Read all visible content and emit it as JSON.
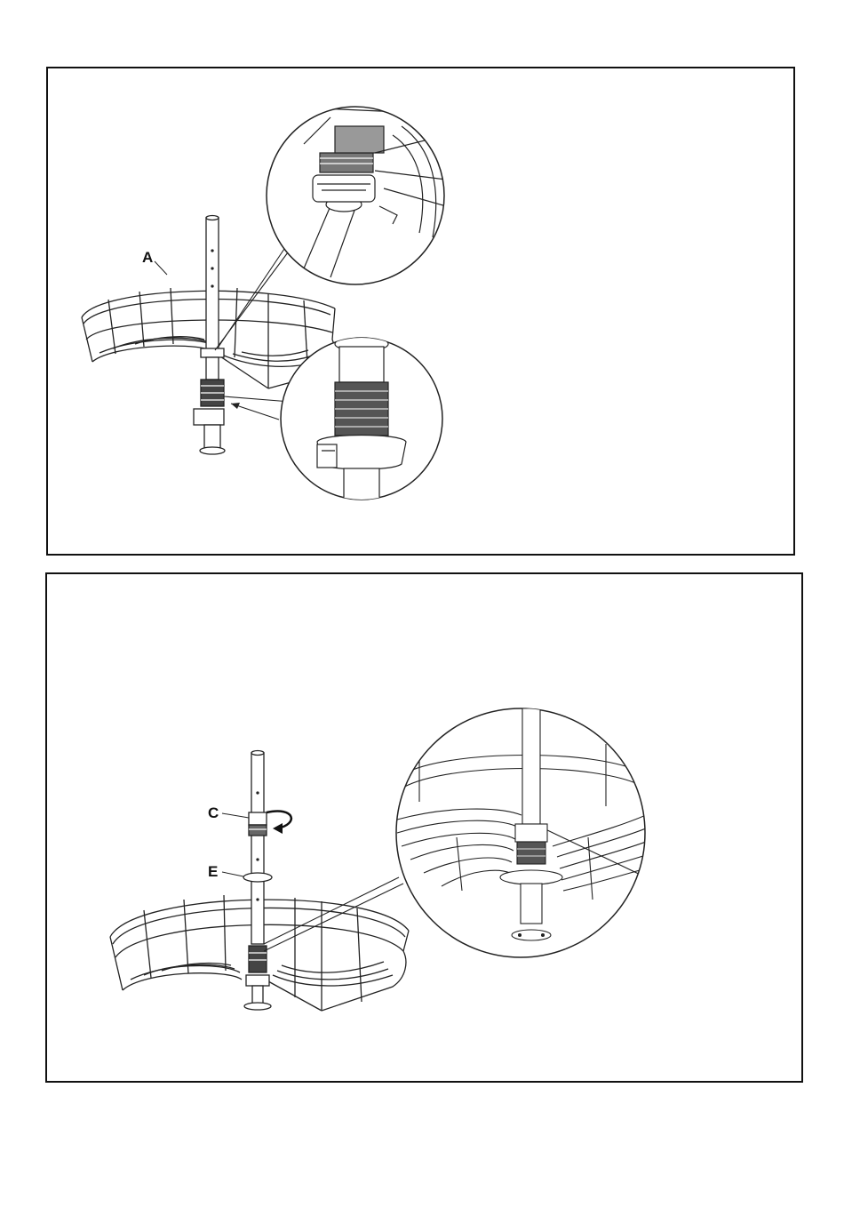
{
  "panels": [
    {
      "callouts": {
        "a": "A"
      }
    },
    {
      "callouts": {
        "c": "C",
        "e": "E"
      }
    }
  ],
  "colors": {
    "line": "#222222",
    "frame": "#111111",
    "shade": "#555555"
  },
  "icons": [
    "rotate-arrow-icon"
  ]
}
